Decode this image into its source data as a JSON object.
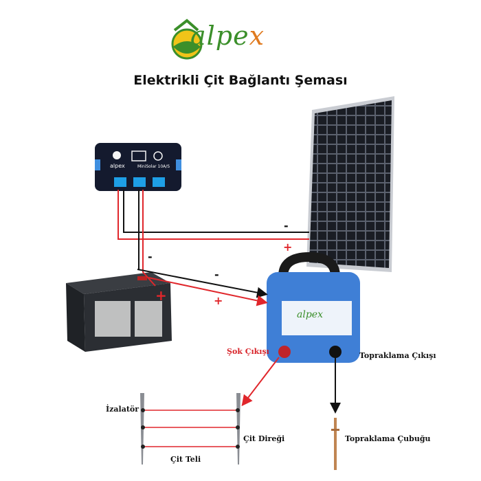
{
  "brand": {
    "name_part1": "alpe",
    "name_part2": "x"
  },
  "title": "Elektrikli Çit Bağlantı Şeması",
  "controller": {
    "brand": "alpex",
    "model": "MiniSolar 10A/S"
  },
  "energizer": {
    "brand": "alpex"
  },
  "labels": {
    "shock_output": "Şok Çıkışı",
    "ground_output": "Topraklama Çıkışı",
    "insulator": "İzalatör",
    "fence_post": "Çit Direği",
    "fence_wire": "Çit Teli",
    "ground_rod": "Topraklama Çubuğu"
  },
  "polarity": {
    "panel_minus": "-",
    "panel_plus": "+",
    "battery_to_energizer_minus": "-",
    "battery_to_energizer_plus": "+",
    "controller_minus": "-",
    "battery_plus": "+"
  },
  "colors": {
    "positive": "#e0262b",
    "negative": "#111111",
    "brand_green": "#3b8f2a",
    "brand_orange": "#e07a1f",
    "energizer_blue": "#3f7fd6"
  }
}
